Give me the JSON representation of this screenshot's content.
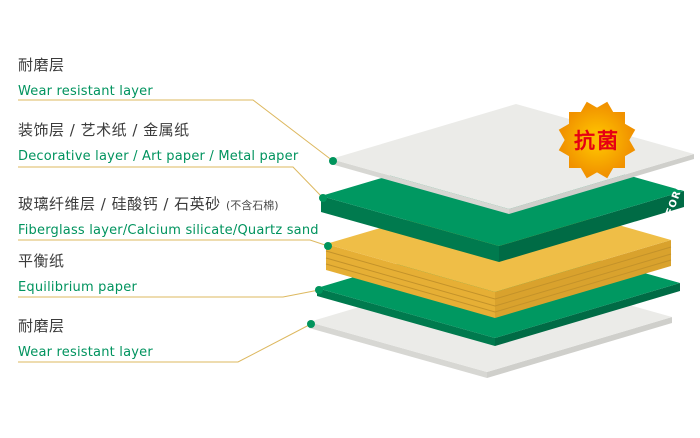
{
  "diagram": {
    "labels": [
      {
        "zh": "耐磨层",
        "en": "Wear resistant layer"
      },
      {
        "zh": "装饰层 / 艺术纸 / 金属纸",
        "en": "Decorative layer / Art paper / Metal paper"
      },
      {
        "zh": "玻璃纤维层 / 硅酸钙 / 石英砂",
        "note": "(不含石棉)",
        "en": "Fiberglass layer/Calcium silicate/Quartz sand"
      },
      {
        "zh": "平衡纸",
        "en": "Equilibrium paper"
      },
      {
        "zh": "耐磨层",
        "en": "Wear resistant layer"
      }
    ],
    "badge": {
      "text": "抗菌"
    },
    "brand": "FORCA",
    "colors": {
      "green_top": "#009861",
      "green_side_left": "#007A4E",
      "green_side_right": "#006B45",
      "yellow_top": "#EFBE47",
      "yellow_side_left": "#E6AF35",
      "yellow_side_right": "#D9A22D",
      "sheet_top": "#EBEBE8",
      "sheet_side": "#D7D7D3",
      "connector_line": "#DDB85F",
      "dot": "#00945C",
      "english_text": "#00935E",
      "badge_bg": "#F6A800",
      "badge_text": "#E60012"
    }
  }
}
